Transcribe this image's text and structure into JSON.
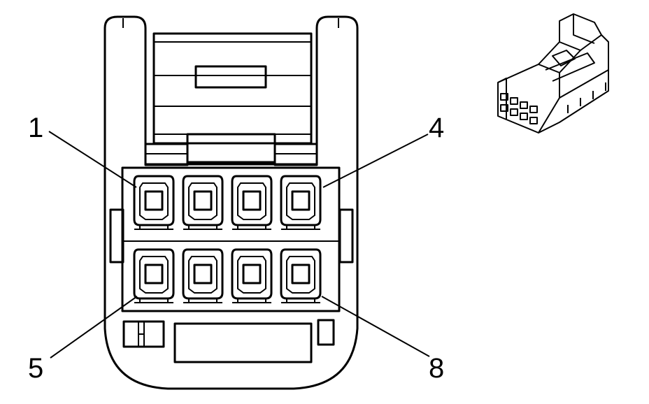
{
  "diagram": {
    "pin_callouts": [
      {
        "label": "1"
      },
      {
        "label": "4"
      },
      {
        "label": "5"
      },
      {
        "label": "8"
      }
    ],
    "line_color": "#000000",
    "background_color": "#ffffff"
  }
}
